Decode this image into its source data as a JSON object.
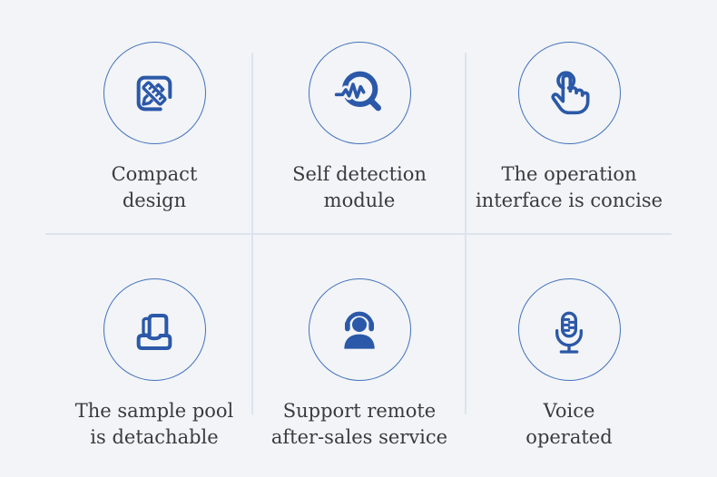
{
  "palette": {
    "background": "#f2f4f7",
    "icon_blue": "#2b58a8",
    "ring_blue": "#4371bd",
    "text_color": "#3a3b3f",
    "divider": "#dce3ee"
  },
  "features": [
    {
      "icon": "design-tools-icon",
      "line1": "Compact",
      "line2": "design"
    },
    {
      "icon": "detection-magnifier-icon",
      "line1": "Self detection",
      "line2": "module"
    },
    {
      "icon": "tap-gesture-icon",
      "line1": "The operation",
      "line2": "interface is concise"
    },
    {
      "icon": "sample-tray-icon",
      "line1": "The sample pool",
      "line2": "is detachable"
    },
    {
      "icon": "support-headset-icon",
      "line1": "Support remote",
      "line2": "after-sales service"
    },
    {
      "icon": "microphone-icon",
      "line1": "Voice",
      "line2": "operated"
    }
  ]
}
